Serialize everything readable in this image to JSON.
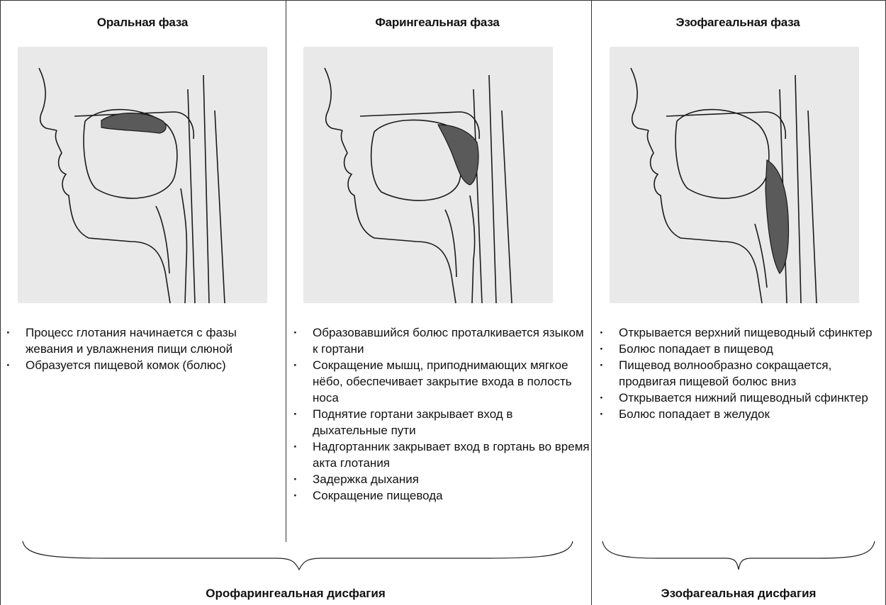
{
  "phases": [
    {
      "title": "Оральная фаза",
      "bullets": [
        "Процесс глотания начинается с фазы жевания и увлажнения пищи слюной",
        "Образуется пищевой комок (болюс)"
      ]
    },
    {
      "title": "Фарингеальная фаза",
      "bullets": [
        "Образовавшийся болюс проталкивается языком к гортани",
        "Сокращение мышц, приподнимающих мягкое нёбо, обеспечивает закрытие входа в полость носа",
        "Поднятие гортани закрывает вход в дыхательные пути",
        "Надгортанник закрывает вход в гортань во время акта глотания",
        "Задержка дыхания",
        "Сокращение пищевода"
      ]
    },
    {
      "title": "Эзофагеальная фаза",
      "bullets": [
        "Открывается верхний пищеводный сфинктер",
        "Болюс попадает в пищевод",
        "Пищевод волнообразно сокращается, продвигая пищевой болюс вниз",
        "Открывается нижний пищеводный сфинктер",
        "Болюс попадает в желудок"
      ]
    }
  ],
  "groups": {
    "oropharyngeal": "Орофарингеальная дисфагия",
    "esophageal": "Эзофагеальная дисфагия"
  }
}
